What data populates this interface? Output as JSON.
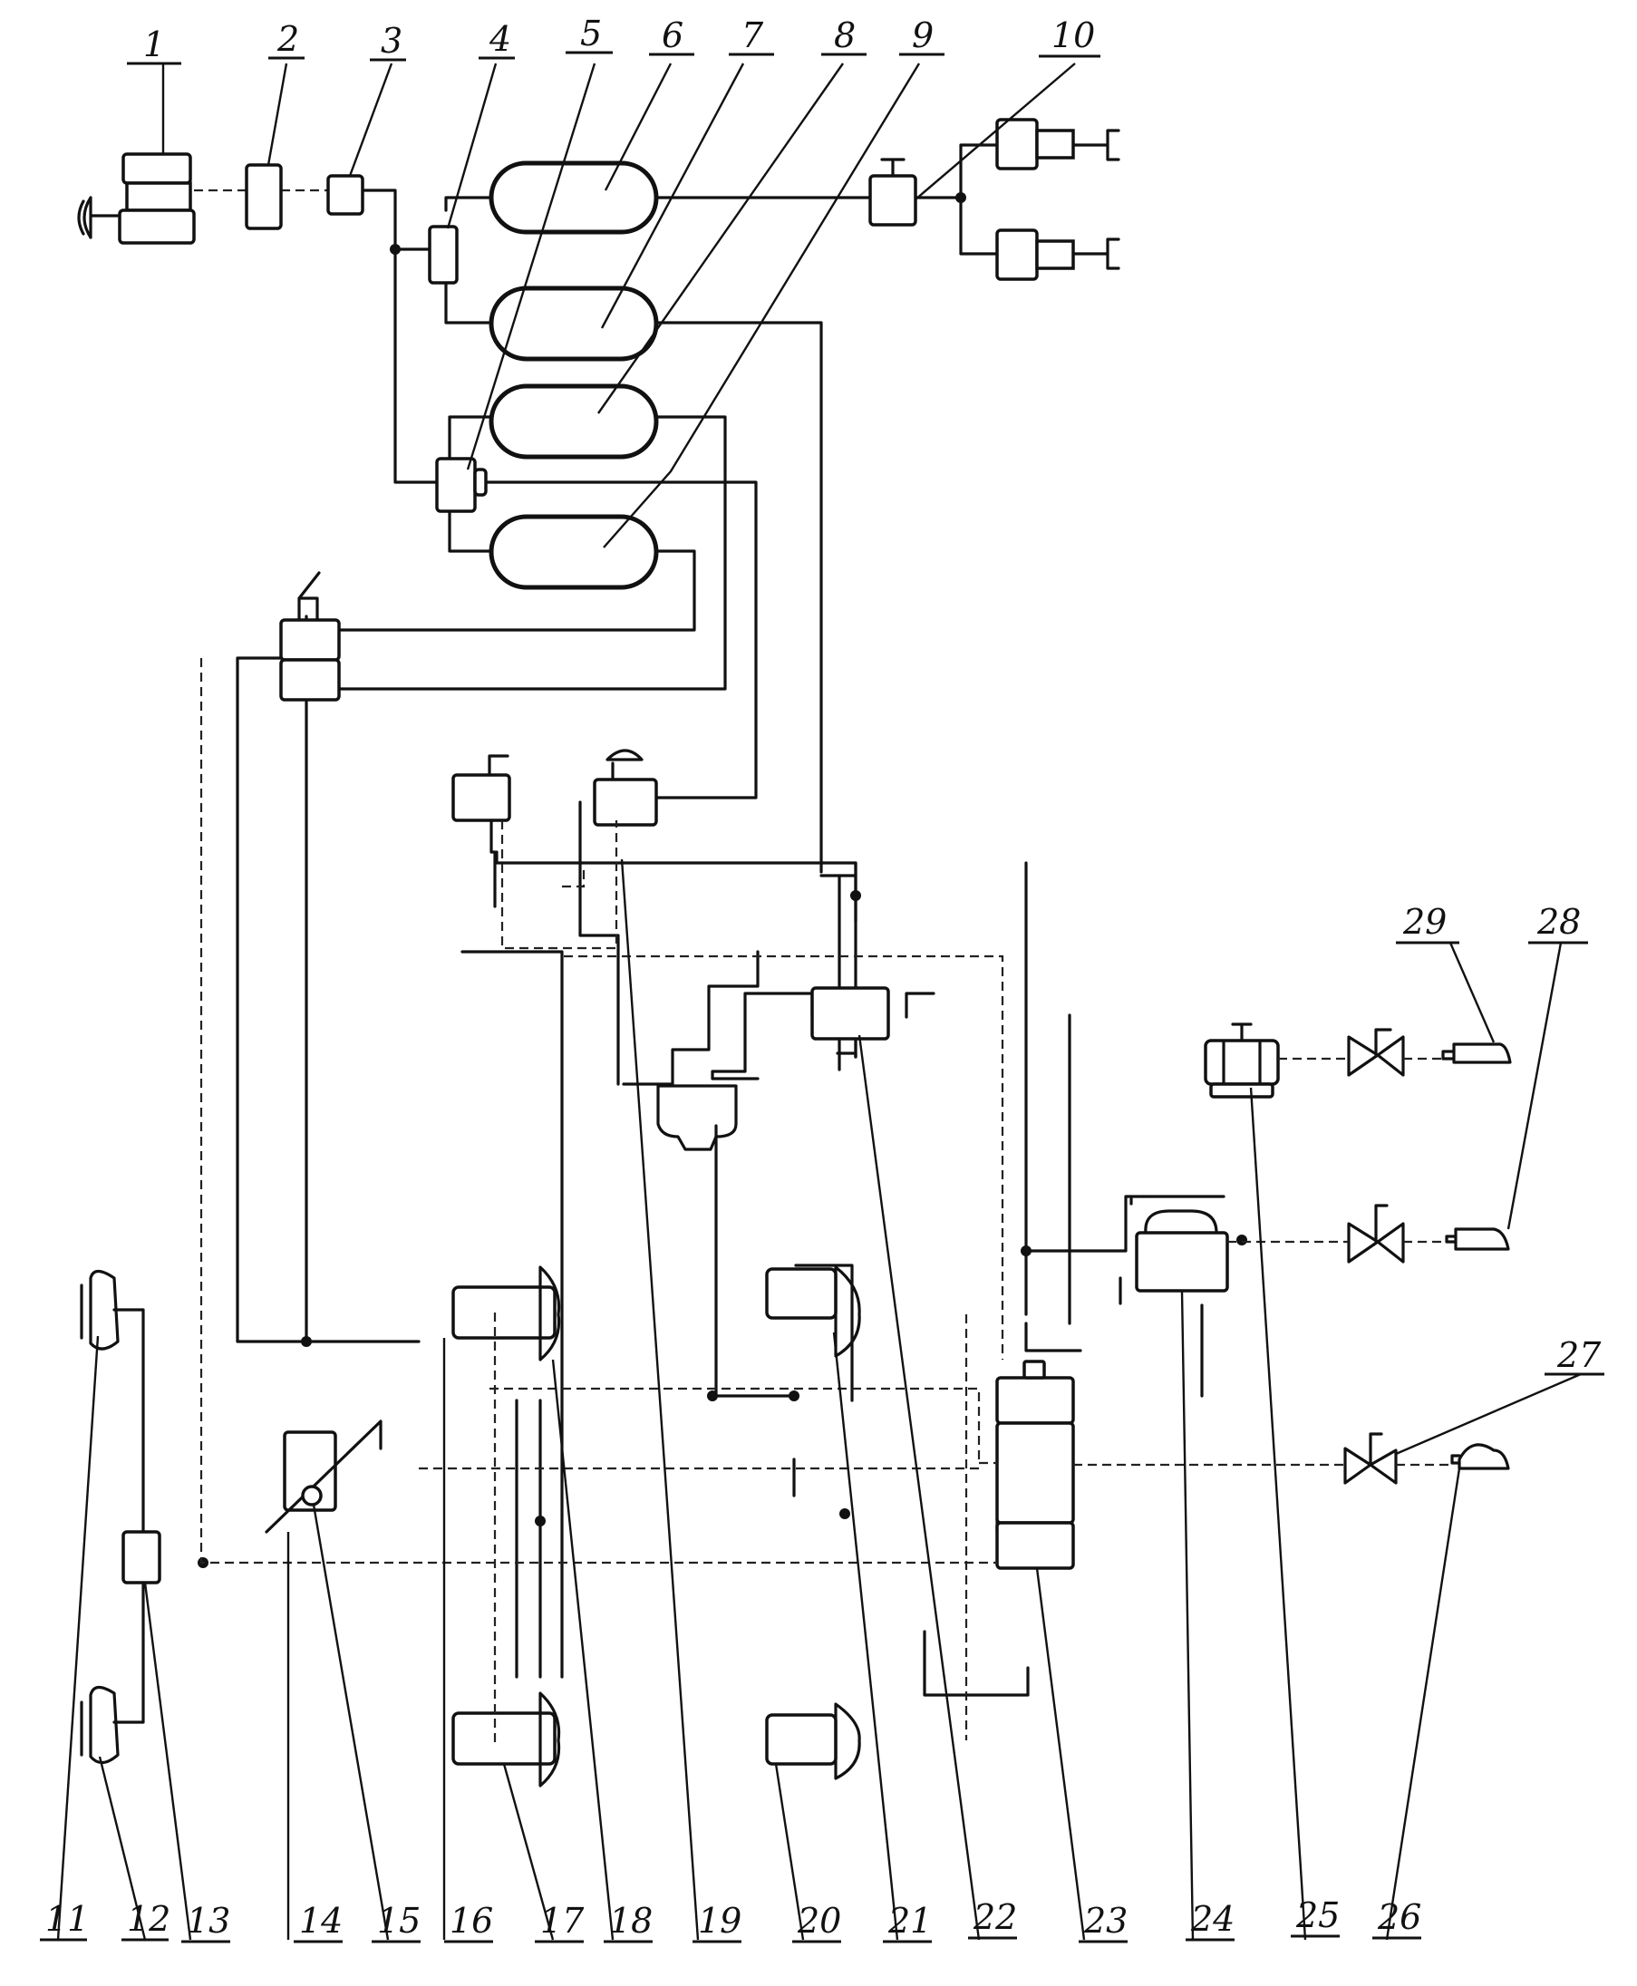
{
  "labels": {
    "top": [
      "1",
      "2",
      "3",
      "4",
      "5",
      "6",
      "7",
      "8",
      "9",
      "10"
    ],
    "right": [
      "29",
      "28",
      "27"
    ],
    "bottom": [
      "11",
      "12",
      "13",
      "14",
      "15",
      "16",
      "17",
      "18",
      "19",
      "20",
      "21",
      "22",
      "23",
      "24",
      "25",
      "26"
    ]
  }
}
